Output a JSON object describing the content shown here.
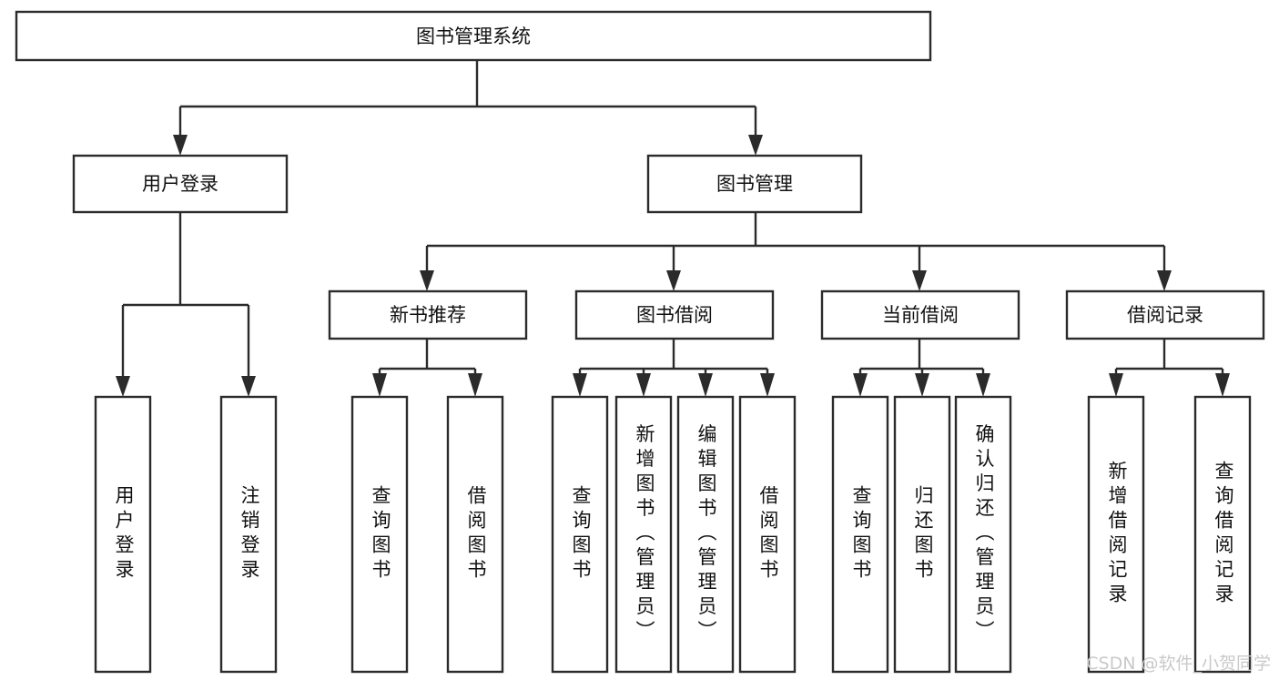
{
  "diagram": {
    "title": "图书管理系统",
    "type": "tree",
    "colors": {
      "box_stroke": "#2b2b2b",
      "box_fill": "#ffffff",
      "connector": "#2b2b2b",
      "text": "#111111",
      "watermark": "#c9c9c9",
      "background": "#ffffff"
    },
    "root": {
      "id": "root",
      "label": "图书管理系统",
      "orientation": "horizontal"
    },
    "level2": [
      {
        "id": "user-login",
        "label": "用户登录",
        "orientation": "horizontal"
      },
      {
        "id": "book-manage",
        "label": "图书管理",
        "orientation": "horizontal"
      }
    ],
    "level3": [
      {
        "id": "new-book-recommend",
        "label": "新书推荐",
        "orientation": "horizontal",
        "parent": "book-manage"
      },
      {
        "id": "book-borrow",
        "label": "图书借阅",
        "orientation": "horizontal",
        "parent": "book-manage"
      },
      {
        "id": "current-borrow",
        "label": "当前借阅",
        "orientation": "horizontal",
        "parent": "book-manage"
      },
      {
        "id": "borrow-record",
        "label": "借阅记录",
        "orientation": "horizontal",
        "parent": "book-manage"
      }
    ],
    "leaves": [
      {
        "id": "leaf-user-login",
        "label": "用户登录",
        "parent": "user-login",
        "orientation": "vertical"
      },
      {
        "id": "leaf-user-logout",
        "label": "注销登录",
        "parent": "user-login",
        "orientation": "vertical"
      },
      {
        "id": "leaf-query-book-1",
        "label": "查询图书",
        "parent": "new-book-recommend",
        "orientation": "vertical"
      },
      {
        "id": "leaf-borrow-book-1",
        "label": "借阅图书",
        "parent": "new-book-recommend",
        "orientation": "vertical"
      },
      {
        "id": "leaf-query-book-2",
        "label": "查询图书",
        "parent": "book-borrow",
        "orientation": "vertical"
      },
      {
        "id": "leaf-add-book",
        "label": "新增图书（管理员）",
        "parent": "book-borrow",
        "orientation": "vertical"
      },
      {
        "id": "leaf-edit-book",
        "label": "编辑图书（管理员）",
        "parent": "book-borrow",
        "orientation": "vertical"
      },
      {
        "id": "leaf-borrow-book-2",
        "label": "借阅图书",
        "parent": "book-borrow",
        "orientation": "vertical"
      },
      {
        "id": "leaf-query-book-3",
        "label": "查询图书",
        "parent": "current-borrow",
        "orientation": "vertical"
      },
      {
        "id": "leaf-return-book",
        "label": "归还图书",
        "parent": "current-borrow",
        "orientation": "vertical"
      },
      {
        "id": "leaf-confirm-return",
        "label": "确认归还（管理员）",
        "parent": "current-borrow",
        "orientation": "vertical"
      },
      {
        "id": "leaf-add-record",
        "label": "新增借阅记录",
        "parent": "borrow-record",
        "orientation": "vertical"
      },
      {
        "id": "leaf-query-record",
        "label": "查询借阅记录",
        "parent": "borrow-record",
        "orientation": "vertical"
      }
    ],
    "watermark": "CSDN @软件_小贺同学"
  }
}
